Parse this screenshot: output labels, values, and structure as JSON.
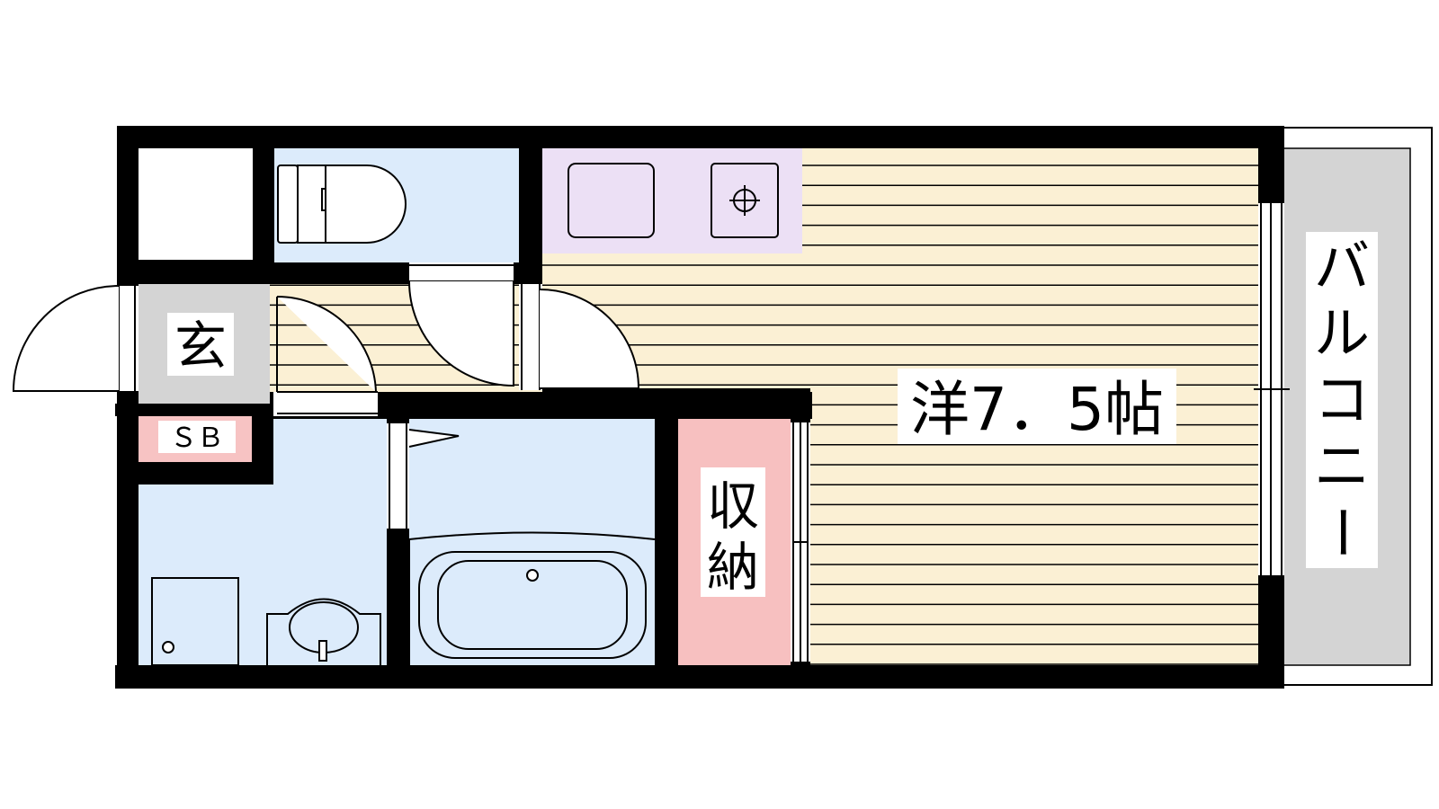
{
  "labels": {
    "entrance": "玄",
    "shoe_box": "ＳＢ",
    "storage": "収納",
    "western_room": "洋7．5帖",
    "balcony": "バルコニー"
  },
  "colors": {
    "wall": "#000000",
    "wet_area": "#dcebfb",
    "kitchen": "#ece0f5",
    "flooring": "#fbf0d4",
    "flooring_line": "#000000",
    "entrance": "#d4d4d4",
    "shoe_box": "#f7c3c3",
    "storage": "#f7c0c0",
    "balcony": "#d4d4d4"
  }
}
